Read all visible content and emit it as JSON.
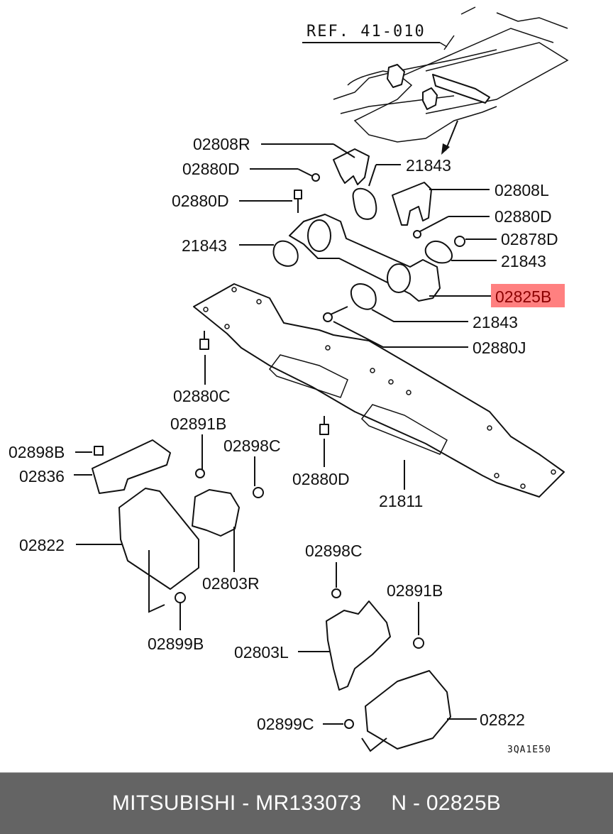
{
  "diagram": {
    "reference": "REF. 41-010",
    "drawing_code": "3QA1E50",
    "highlight_color": "#ff8080",
    "highlight_text_color": "#8b0000",
    "highlighted_part": "02825B",
    "labels": {
      "l_02808R": "02808R",
      "l_02880D_a": "02880D",
      "l_02880D_b": "02880D",
      "l_21843_a": "21843",
      "l_02808L": "02808L",
      "l_02880D_c": "02880D",
      "l_21843_b": "21843",
      "l_02878D": "02878D",
      "l_21843_c": "21843",
      "l_02825B": "02825B",
      "l_21843_d": "21843",
      "l_02880J": "02880J",
      "l_02880C": "02880C",
      "l_02891B_a": "02891B",
      "l_02898C_a": "02898C",
      "l_02898B": "02898B",
      "l_02836": "02836",
      "l_02880D_d": "02880D",
      "l_21811": "21811",
      "l_02822_a": "02822",
      "l_02803R": "02803R",
      "l_02898C_b": "02898C",
      "l_02891B_b": "02891B",
      "l_02899B": "02899B",
      "l_02803L": "02803L",
      "l_02822_b": "02822",
      "l_02899C": "02899C"
    }
  },
  "footer": {
    "brand": "MITSUBISHI",
    "separator": "-",
    "part_number": "MR133073",
    "position_prefix": "N",
    "position_number": "02825B"
  }
}
